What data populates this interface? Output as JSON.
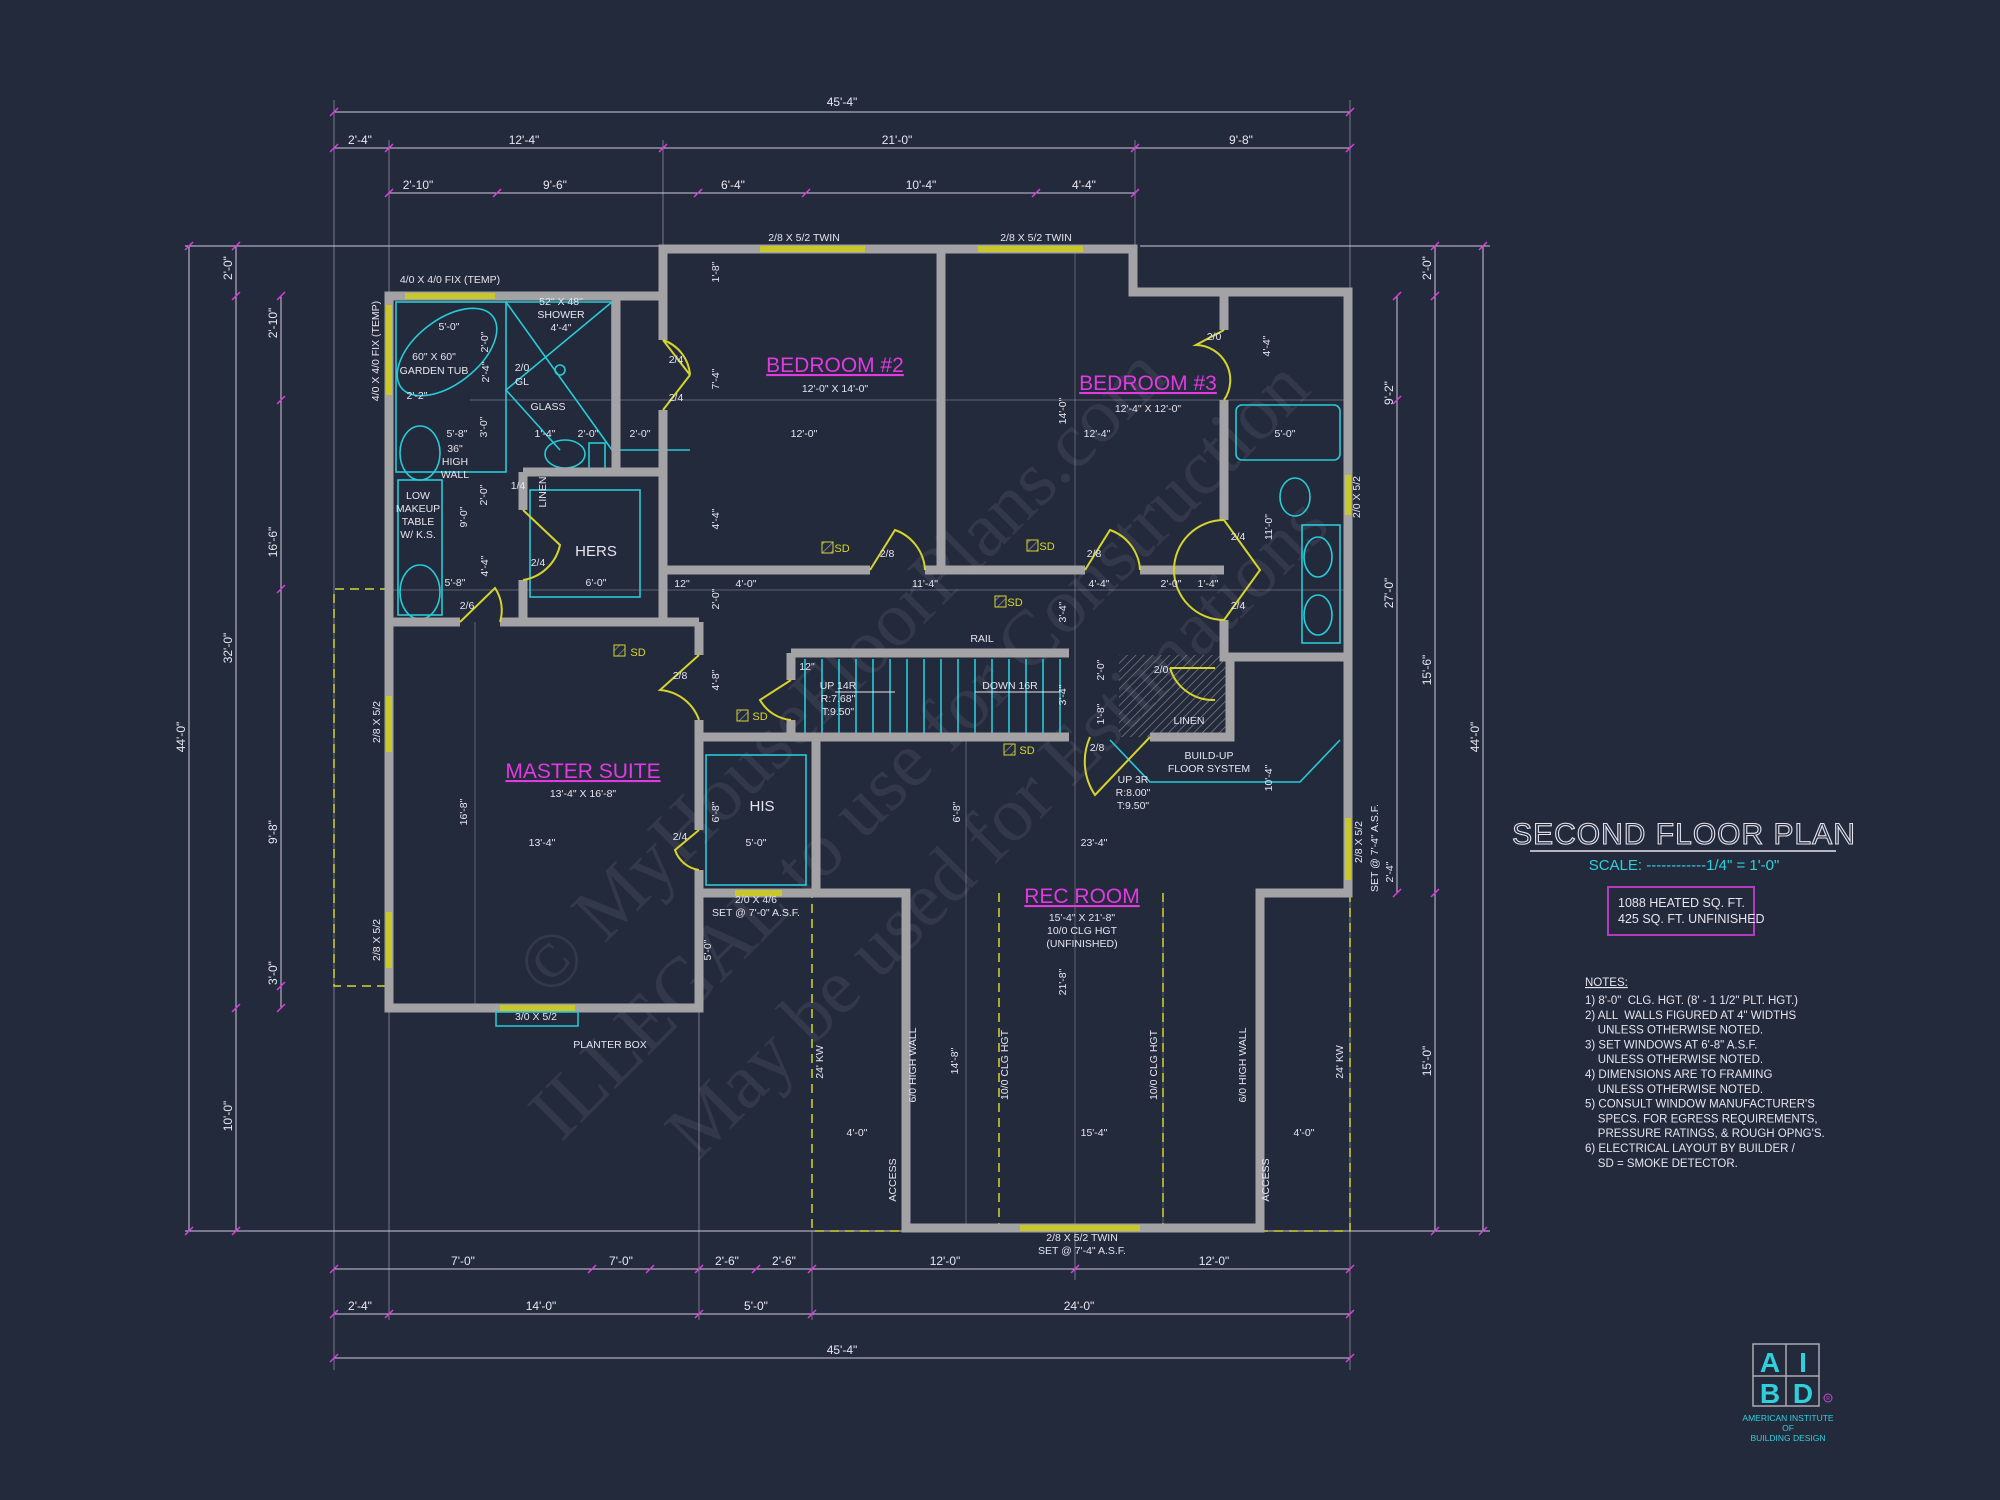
{
  "plan": {
    "title": "SECOND FLOOR PLAN",
    "scale": "SCALE: ------------1/4\" = 1'-0\"",
    "area_heated": "1088 HEATED SQ. FT.",
    "area_unfinished": "425 SQ. FT. UNFINISHED"
  },
  "notes": {
    "heading": "NOTES:",
    "lines": [
      "1) 8'-0\"  CLG. HGT. (8' - 1 1/2\" PLT. HGT.)",
      "2) ALL  WALLS FIGURED AT 4\" WIDTHS",
      "    UNLESS OTHERWISE NOTED.",
      "3) SET WINDOWS AT 6'-8\" A.S.F.",
      "    UNLESS OTHERWISE NOTED.",
      "4) DIMENSIONS ARE TO FRAMING",
      "    UNLESS OTHERWISE NOTED.",
      "5) CONSULT WINDOW MANUFACTURER'S",
      "    SPECS. FOR EGRESS REQUIREMENTS,",
      "    PRESSURE RATINGS, & ROUGH OPNG'S.",
      "6) ELECTRICAL LAYOUT BY BUILDER /",
      "    SD = SMOKE DETECTOR."
    ]
  },
  "logo": {
    "letters": [
      "A",
      "I",
      "B",
      "D"
    ],
    "line1": "AMERICAN INSTITUTE",
    "line2": "OF",
    "line3": "BUILDING DESIGN",
    "registered": "R"
  },
  "watermark": [
    "© MyHouseFloorPlans.com",
    "ILLEGAL to use for Construction",
    "May be used for Estimations"
  ],
  "colors": {
    "background": "#232a3c",
    "wall": "#a3a3a6",
    "fixture": "#27cbd8",
    "door_window": "#d6d42c",
    "room_label": "#e03ae0"
  },
  "dimensions": {
    "top_overall": "45'-4\"",
    "top_row2": [
      "2'-4\"",
      "12'-4\"",
      "21'-0\"",
      "9'-8\""
    ],
    "top_row3": [
      "2'-10\"",
      "9'-6\"",
      "6'-4\"",
      "10'-4\"",
      "4'-4\""
    ],
    "left_outer": "44'-0\"",
    "left_row2": [
      "2'-0\"",
      "32'-0\"",
      "10'-0\""
    ],
    "left_row3": [
      "2'-10\"",
      "16'-6\"",
      "9'-8\"",
      "3'-0\""
    ],
    "right_inner": [
      "9'-2\"",
      "27'-0\""
    ],
    "right_row2": [
      "2'-0\"",
      "15'-6\"",
      "15'-0\""
    ],
    "right_outer": "44'-0\"",
    "bottom_row1": [
      "7'-0\"",
      "7'-0\"",
      "2'-6\"",
      "2'-6\"",
      "12'-0\"",
      "12'-0\""
    ],
    "bottom_row2": [
      "2'-4\"",
      "14'-0\"",
      "5'-0\"",
      "24'-0\""
    ],
    "bottom_overall": "45'-4\""
  },
  "labels": {
    "master_bath": [
      "4/0 X 4/0 FIX (TEMP)",
      "4/0 X 4/0 FIX (TEMP)",
      "52\" X 48\"",
      "SHOWER",
      "4'-4\"",
      "5'-0\"",
      "60\" X 60\"",
      "GARDEN TUB",
      "2'-2\"",
      "2'-0\"",
      "2'-4\"",
      "2/0",
      "GL",
      "GLASS",
      "5'-8\"",
      "1'-4\"",
      "2'-0\"",
      "2'-0\"",
      "3'-0\"",
      "36\"",
      "HIGH",
      "WALL",
      "LOW",
      "MAKEUP",
      "TABLE",
      "W/ K.S.",
      "1/4",
      "LINEN",
      "2'-0\"",
      "9'-0\"",
      "4'-4\"",
      "5'-8\"",
      "2/6",
      "2/4",
      "HERS",
      "6'-0\"",
      "2/4",
      "2/4"
    ],
    "bedroom2": [
      "BEDROOM #2",
      "12'-0\" X 14'-0\"",
      "12'-0\"",
      "1'-8\"",
      "7'-4\"",
      "4'-4\"",
      "SD",
      "2/8",
      "2/8 X 5/2 TWIN"
    ],
    "bedroom3": [
      "BEDROOM #3",
      "12'-4\" X 12'-0\"",
      "12'-4\"",
      "14'-0\"",
      "SD",
      "2/8",
      "2/0",
      "4'-4\"",
      "5'-0\"",
      "2/0 X 5/2",
      "11'-0\"",
      "2/4",
      "2/4",
      "2/8 X 5/2 TWIN"
    ],
    "hall_stairs": [
      "12\"",
      "4'-0\"",
      "11'-4\"",
      "4'-4\"",
      "2'-0\"",
      "1'-4\"",
      "2'-0\"",
      "SD",
      "3'-4\"",
      "RAIL",
      "12\"",
      "UP 14R",
      "R:7.68\"",
      "T:9.50\"",
      "DOWN 16R",
      "3'-4\"",
      "2'-0\"",
      "1'-8\"",
      "2/0",
      "LINEN",
      "BUILD-UP",
      "FLOOR SYSTEM",
      "2/8",
      "UP 3R",
      "R:8.00\"",
      "T:9.50\"",
      "SD",
      "SD",
      "2/8",
      "4'-8\"",
      "SD"
    ],
    "master_suite": [
      "MASTER SUITE",
      "13'-4\" X 16'-8\"",
      "13'-4\"",
      "16'-8\"",
      "2/4",
      "2/8 X 5/2",
      "2/8 X 5/2",
      "3/0 X 5/2",
      "PLANTER BOX"
    ],
    "his_closet": [
      "HIS",
      "5'-0\"",
      "6'-8\"",
      "2/0 X 4/6",
      "SET @ 7'-0\" A.S.F.",
      "5'-0\""
    ],
    "rec_room": [
      "REC ROOM",
      "15'-4\" X 21'-8\"",
      "10/0 CLG HGT",
      "(UNFINISHED)",
      "23'-4\"",
      "6'-8\"",
      "10'-4\"",
      "21'-8\"",
      "14'-8\"",
      "15'-4\"",
      "4'-0\"",
      "4'-0\"",
      "24' KW",
      "6/0 HIGH WALL",
      "10/0 CLG HGT",
      "10/0 CLG HGT",
      "6/0 HIGH WALL",
      "24' KW",
      "ACCESS",
      "ACCESS",
      "2/8 X 5/2 TWIN",
      "SET @ 7'-4\" A.S.F.",
      "2/8 X 5/2",
      "SET @ 7'-4\" A.S.F.",
      "2'-4\""
    ]
  }
}
